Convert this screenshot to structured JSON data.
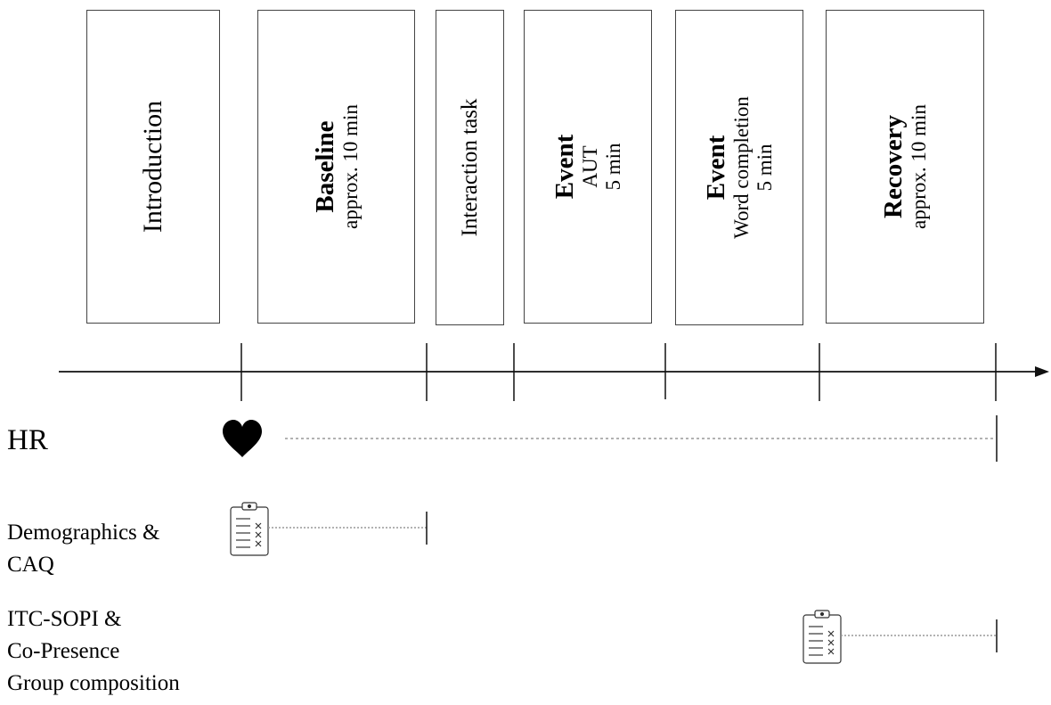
{
  "phases": [
    {
      "title": "",
      "plain": "Introduction"
    },
    {
      "title": "Baseline",
      "sub": [
        "approx. 10 min"
      ]
    },
    {
      "title": "",
      "plain": "Interaction task"
    },
    {
      "title": "Event",
      "sub": [
        "AUT",
        "5 min"
      ]
    },
    {
      "title": "Event",
      "sub": [
        "Word completion",
        "5 min"
      ]
    },
    {
      "title": "Recovery",
      "sub": [
        "approx. 10 min"
      ]
    }
  ],
  "measures": {
    "hr": {
      "label": "HR",
      "icon": "heart-icon"
    },
    "questionnaire1": {
      "line1": "Demographics &",
      "line2": "CAQ",
      "icon": "clipboard-icon"
    },
    "questionnaire2": {
      "line1": "ITC-SOPI &",
      "line2": "Co-Presence",
      "line3": "Group composition",
      "icon": "clipboard-icon"
    }
  }
}
